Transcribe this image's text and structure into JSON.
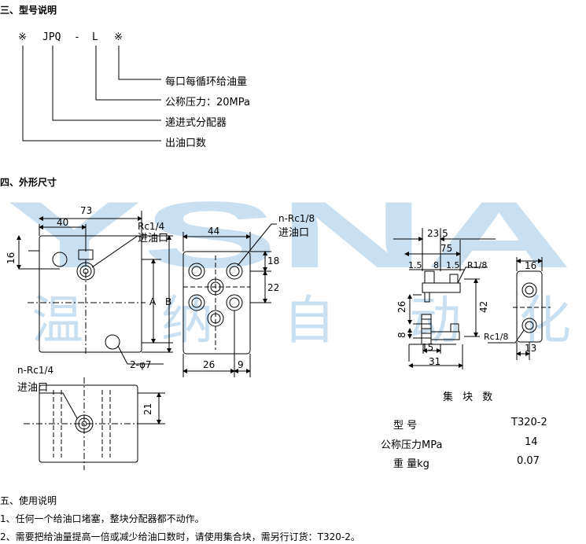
{
  "section3": {
    "heading": "三、型号说明",
    "code": {
      "mark1": "※",
      "model": "JPQ",
      "dash": "-",
      "letter": "L",
      "mark2": "※"
    },
    "items": [
      "每口每循环给油量",
      "公称压力：20MPa",
      "递进式分配器",
      "出油口数"
    ]
  },
  "section4": {
    "heading": "四、外形尺寸"
  },
  "watermark": {
    "latin": "YSNA",
    "cjk": [
      "温",
      "纳",
      "自",
      "动",
      "化"
    ],
    "color": "#9ec6e8"
  },
  "drawing1": {
    "dims": [
      "73",
      "40",
      "16",
      "A",
      "B",
      "2-φ7"
    ],
    "port_label": "Rc1/4",
    "port_name": "进油口"
  },
  "drawing2": {
    "dims": [
      "44",
      "18",
      "22",
      "26",
      "9"
    ],
    "port_label": "n-Rc1/8",
    "port_name": "进油口"
  },
  "drawing3": {
    "port_label": "n-Rc1/4",
    "port_name": "进油口",
    "dims": [
      "21"
    ]
  },
  "drawing4": {
    "dims": [
      "23.5",
      "75",
      "1.5",
      "8",
      "1.5",
      "R1/8",
      "26",
      "42",
      "8",
      "15",
      "31"
    ]
  },
  "drawing5": {
    "dims": [
      "16",
      "Rc1/8",
      "13"
    ]
  },
  "block_table": {
    "title": "集 块 数",
    "rows": [
      {
        "label": "型  号",
        "value": "T320-2"
      },
      {
        "label": "公称压力MPa",
        "value": "14"
      },
      {
        "label": "重 量kg",
        "value": "0.07"
      }
    ]
  },
  "section5": {
    "heading": "五、使用说明",
    "lines": [
      "1、任何一个给油口堵塞，整块分配器都不动作。",
      "2、需要把给油量提高一倍或减少给油口数时，请使用集合块，需另行订货：T320-2。"
    ]
  }
}
